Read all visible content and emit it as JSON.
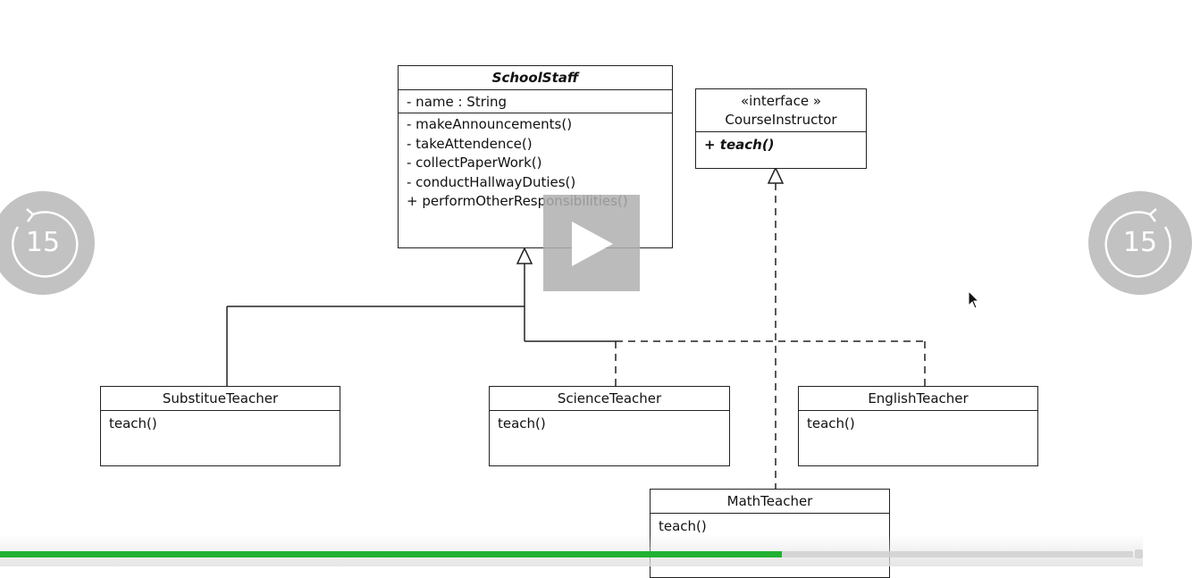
{
  "diagram": {
    "classes": {
      "school_staff": {
        "name": "SchoolStaff",
        "attributes": [
          "- name : String"
        ],
        "methods": [
          "- makeAnnouncements()",
          "- takeAttendence()",
          "- collectPaperWork()",
          "- conductHallwayDuties()",
          "+ performOtherResponsibilities()"
        ]
      },
      "course_instructor": {
        "stereotype": "«interface »",
        "name": "CourseInstructor",
        "methods": [
          "+ teach()"
        ]
      },
      "substitue_teacher": {
        "name": "SubstitueTeacher",
        "methods": [
          "teach()"
        ]
      },
      "science_teacher": {
        "name": "ScienceTeacher",
        "methods": [
          "teach()"
        ]
      },
      "english_teacher": {
        "name": "EnglishTeacher",
        "methods": [
          "teach()"
        ]
      },
      "math_teacher": {
        "name": "MathTeacher",
        "methods": [
          "teach()"
        ]
      }
    }
  },
  "player": {
    "rewind_label": "15",
    "forward_label": "15",
    "progress_fraction": 0.69,
    "progress_color": "#22b033",
    "icons": {
      "rewind": "rewind-15-icon",
      "forward": "forward-15-icon",
      "play": "play-icon",
      "cursor": "mouse-pointer-icon"
    }
  }
}
